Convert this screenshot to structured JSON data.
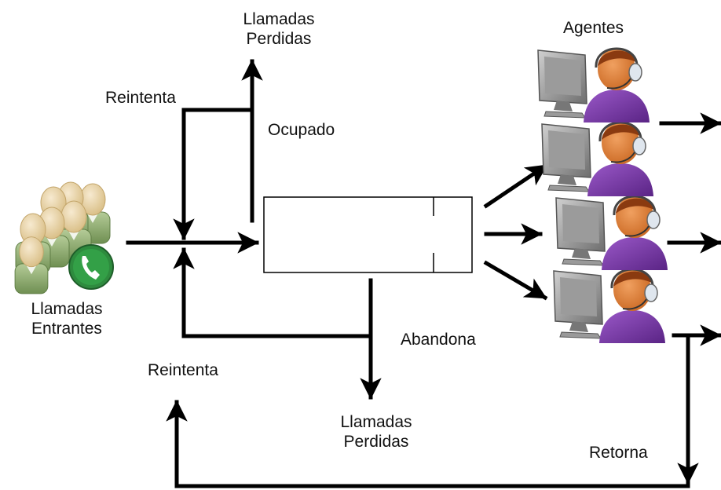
{
  "labels": {
    "lost_calls_top": [
      "Llamadas",
      "Perdidas"
    ],
    "retry_top": "Reintenta",
    "busy": "Ocupado",
    "agents": "Agentes",
    "incoming_calls": [
      "Llamadas",
      "Entrantes"
    ],
    "abandon": "Abandona",
    "retry_bottom": "Reintenta",
    "lost_calls_bottom": [
      "Llamadas",
      "Perdidas"
    ],
    "returns": "Retorna"
  },
  "icons": {
    "callers": "caller-group-icon",
    "phone": "phone-icon",
    "queue": "queue-buffer",
    "agent": "call-center-agent-icon"
  },
  "colors": {
    "line": "#000000",
    "agent_shirt": "#7030a0",
    "agent_skin": "#d9823b",
    "agent_hair": "#8a3a10",
    "monitor": "#8a8a8a",
    "caller_body": "#8fae6c",
    "caller_head": "#e8d4a0",
    "phone": "#2e8b3e"
  }
}
